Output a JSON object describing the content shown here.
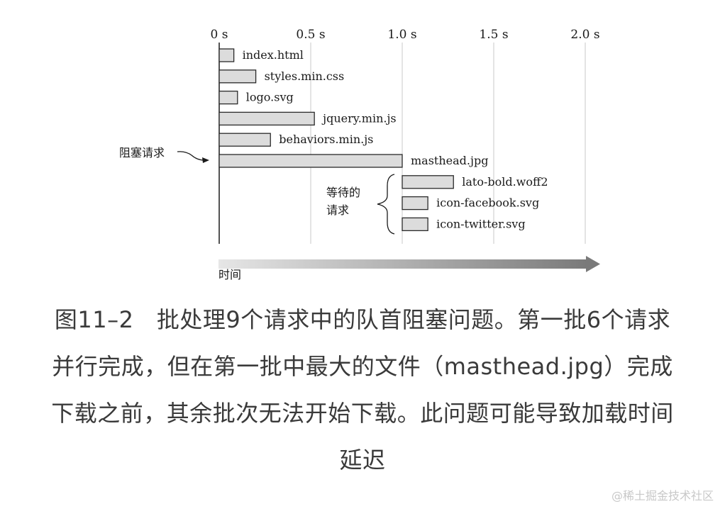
{
  "chart_data": {
    "type": "bar",
    "orientation": "horizontal-timeline",
    "x_ticks": [
      "0 s",
      "0.5 s",
      "1.0 s",
      "1.5 s",
      "2.0 s"
    ],
    "xlim": [
      0,
      2.0
    ],
    "grid": true,
    "bars": [
      {
        "label": "index.html",
        "start": 0.0,
        "end": 0.08
      },
      {
        "label": "styles.min.css",
        "start": 0.0,
        "end": 0.2
      },
      {
        "label": "logo.svg",
        "start": 0.0,
        "end": 0.1
      },
      {
        "label": "jquery.min.js",
        "start": 0.0,
        "end": 0.52
      },
      {
        "label": "behaviors.min.js",
        "start": 0.0,
        "end": 0.28
      },
      {
        "label": "masthead.jpg",
        "start": 0.0,
        "end": 1.0
      },
      {
        "label": "lato-bold.woff2",
        "start": 1.0,
        "end": 1.28
      },
      {
        "label": "icon-facebook.svg",
        "start": 1.0,
        "end": 1.14
      },
      {
        "label": "icon-twitter.svg",
        "start": 1.0,
        "end": 1.14
      }
    ],
    "annotations": {
      "blocking": "阻塞请求",
      "waiting_line1": "等待的",
      "waiting_line2": "请求"
    },
    "time_axis_label": "时间"
  },
  "caption": {
    "line1": "图11–2　批处理9个请求中的队首阻塞问题。第一批6个请求",
    "line2": "并行完成，但在第一批中最大的文件（masthead.jpg）完成",
    "line3": "下载之前，其余批次无法开始下载。此问题可能导致加载时间",
    "line4": "延迟"
  },
  "watermark": "@稀土掘金技术社区",
  "colors": {
    "bar_fill": "#dcdcdc",
    "bar_stroke": "#2a2a2a",
    "grid": "#c8c8c8",
    "axis": "#1a1a1a",
    "arrow_end": "#7a7a7a"
  }
}
